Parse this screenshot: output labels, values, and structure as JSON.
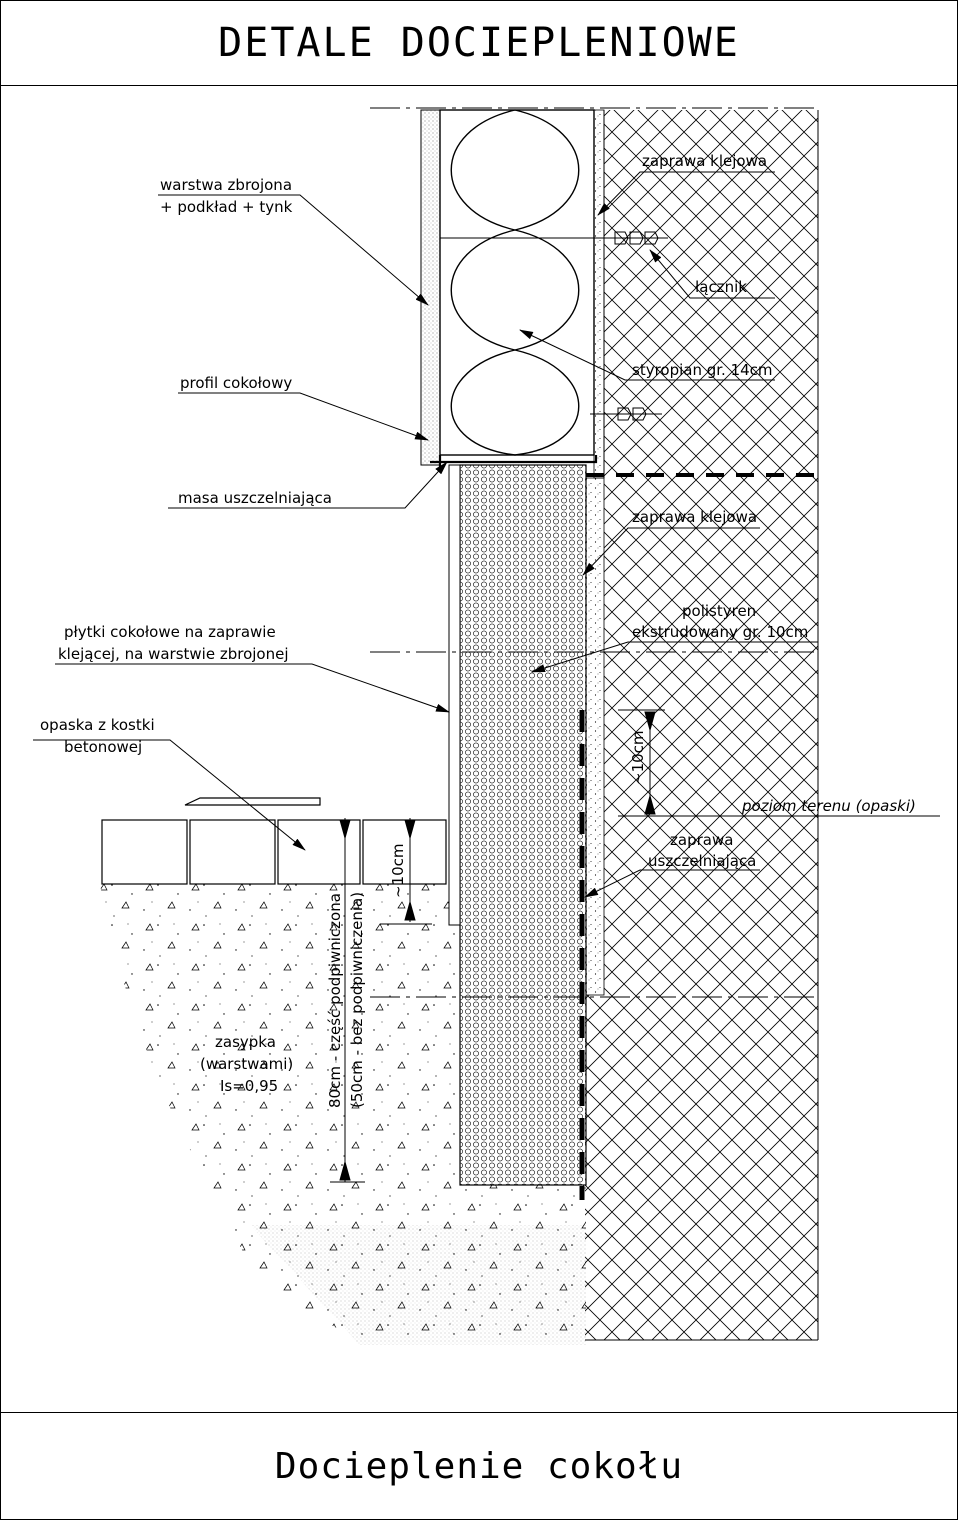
{
  "header": {
    "title": "DETALE DOCIEPLENIOWE"
  },
  "footer": {
    "caption": "Docieplenie cokołu"
  },
  "labels": {
    "warstwa_1": "warstwa zbrojona",
    "warstwa_2": "+ podkład + tynk",
    "zaprawa_klejowa_top": "zaprawa klejowa",
    "lacznik": "łącznik",
    "profil": "profil cokołowy",
    "styropian": "styropian gr. 14cm",
    "masa": "masa uszczelniająca",
    "zaprawa_klejowa_mid": "zaprawa klejowa",
    "plytki_1": "płytki cokołowe na zaprawie",
    "plytki_2": "klejącej, na warstwie zbrojonej",
    "polistyren_1": "polistyren",
    "polistyren_2": "ekstrudowany gr. 10cm",
    "opaska_1": "opaska z kostki",
    "opaska_2": "betonowej",
    "dim_10_right": "~10cm",
    "poziom": "poziom terenu (opaski)",
    "zaprawa_usz_1": "zaprawa",
    "zaprawa_usz_2": "uszczelniająca",
    "dim_10_left": "~10cm",
    "zasypka_1": "zasypka",
    "zasypka_2": "(warstwami)",
    "zasypka_3": "Is=0,95",
    "dim_80": "80cm - część podpiwniczona",
    "dim_50": "(50cm - bez podpiwniczenia)"
  }
}
